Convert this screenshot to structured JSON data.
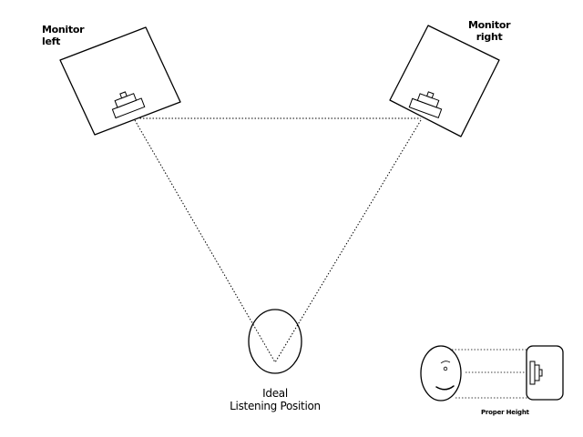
{
  "labels": {
    "monitor_left": [
      "Monitor",
      "left"
    ],
    "monitor_right": [
      "Monitor",
      "right"
    ],
    "listening_position": [
      "Ideal",
      "Listening Position"
    ],
    "proper_height": "Proper Height"
  },
  "colors": {
    "stroke": "#000000",
    "fill": "#ffffff"
  },
  "icons": {
    "speaker": "monitor-speaker-icon",
    "head": "listener-head-icon",
    "face": "side-view-face-icon"
  }
}
